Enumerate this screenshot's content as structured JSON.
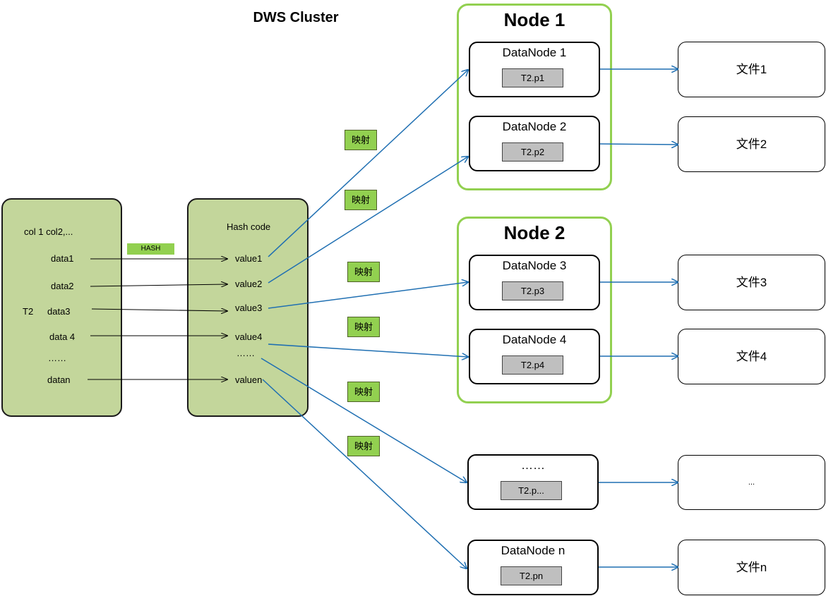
{
  "title": "DWS Cluster",
  "table": {
    "header": "col 1 col2,...",
    "name": "T2",
    "rows": [
      "data1",
      "data2",
      "data3",
      "data 4",
      "……",
      "datan"
    ]
  },
  "hash_label": "HASH",
  "hash_panel": {
    "header": "Hash code",
    "values": [
      "value1",
      "value2",
      "value3",
      "value4",
      "……",
      "valuen"
    ]
  },
  "map_label": "映射",
  "nodes": [
    {
      "title": "Node 1"
    },
    {
      "title": "Node 2"
    }
  ],
  "datanodes": [
    {
      "label": "DataNode 1",
      "partition": "T2.p1",
      "file": "文件1"
    },
    {
      "label": "DataNode 2",
      "partition": "T2.p2",
      "file": "文件2"
    },
    {
      "label": "DataNode 3",
      "partition": "T2.p3",
      "file": "文件3"
    },
    {
      "label": "DataNode 4",
      "partition": "T2.p4",
      "file": "文件4"
    },
    {
      "label": "……",
      "partition": "T2.p...",
      "file": "..."
    },
    {
      "label": "DataNode n",
      "partition": "T2.pn",
      "file": "文件n"
    }
  ],
  "colors": {
    "panel_fill": "#c3d69b",
    "node_border": "#92d050",
    "badge_fill": "#92d050",
    "partition_fill": "#bfbfbf",
    "arrow_blue": "#1f6fb2"
  }
}
